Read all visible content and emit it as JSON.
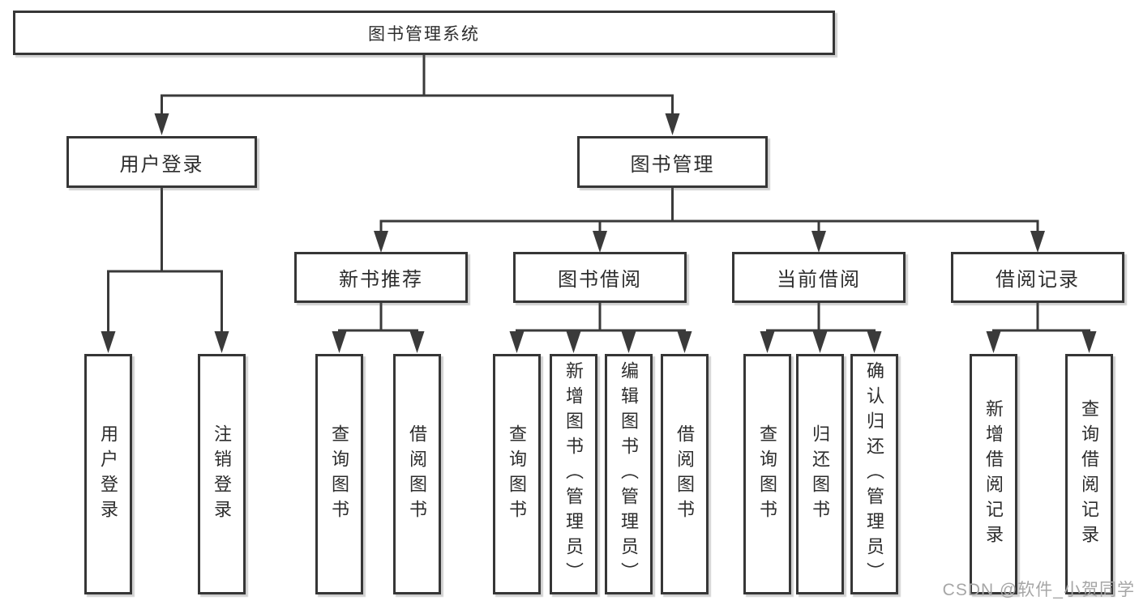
{
  "tree": {
    "label": "图书管理系统",
    "children": [
      {
        "label": "用户登录",
        "children": [
          {
            "label": "用户登录"
          },
          {
            "label": "注销登录"
          }
        ]
      },
      {
        "label": "图书管理",
        "children": [
          {
            "label": "新书推荐",
            "children": [
              {
                "label": "查询图书"
              },
              {
                "label": "借阅图书"
              }
            ]
          },
          {
            "label": "图书借阅",
            "children": [
              {
                "label": "查询图书"
              },
              {
                "label": "新增图书（管理员）"
              },
              {
                "label": "编辑图书（管理员）"
              },
              {
                "label": "借阅图书"
              }
            ]
          },
          {
            "label": "当前借阅",
            "children": [
              {
                "label": "查询图书"
              },
              {
                "label": "归还图书"
              },
              {
                "label": "确认归还（管理员）"
              }
            ]
          },
          {
            "label": "借阅记录",
            "children": [
              {
                "label": "新增借阅记录"
              },
              {
                "label": "查询借阅记录"
              }
            ]
          }
        ]
      }
    ]
  },
  "watermark": "CSDN @软件_小贺同学",
  "colors": {
    "line": "#3a3a3a",
    "box_border": "#363636",
    "text": "#2d2d2d",
    "watermark": "#a6a6a6",
    "background": "#ffffff"
  }
}
